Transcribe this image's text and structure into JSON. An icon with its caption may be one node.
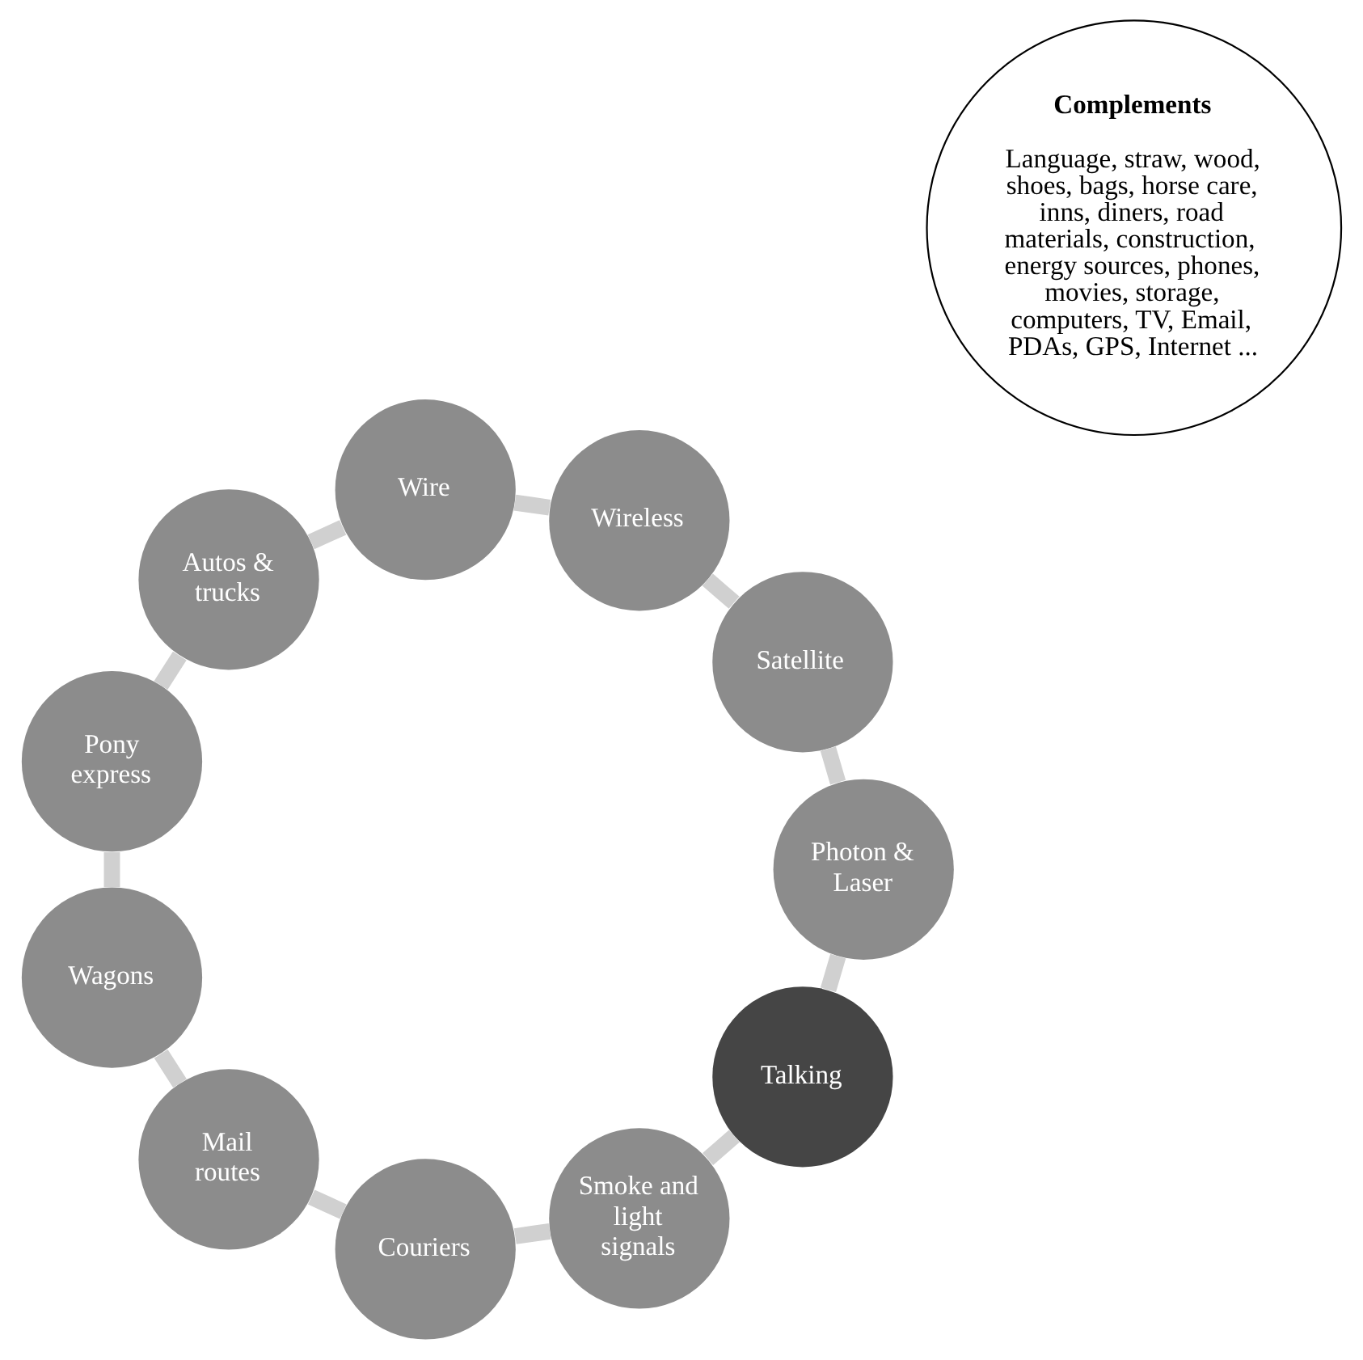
{
  "diagram": {
    "nodes": [
      {
        "text": [
          "Talking"
        ]
      },
      {
        "text": [
          "Smoke and light signals"
        ]
      },
      {
        "text": [
          "Couriers"
        ]
      },
      {
        "text": [
          "Mail routes"
        ]
      },
      {
        "text": [
          "Wagons"
        ]
      },
      {
        "text": [
          "Pony express"
        ]
      },
      {
        "text": [
          "Autos & trucks"
        ]
      },
      {
        "text": [
          "Wire"
        ]
      },
      {
        "text": [
          "Wireless"
        ]
      },
      {
        "text": [
          "Satellite"
        ]
      },
      {
        "text": [
          "Photon & Laser"
        ]
      },
      {
        "text": [
          "Complements",
          "Language, straw, wood, shoes, bags, horse care, inns, diners, road materials, construction, energy sources, phones, movies, storage, computers, TV, Email, PDAs, GPS, Internet ..."
        ]
      }
    ],
    "edges": [
      {
        "from": 0,
        "to": 1,
        "arrow": "none"
      },
      {
        "from": 1,
        "to": 2,
        "arrow": "none"
      },
      {
        "from": 2,
        "to": 3,
        "arrow": "none"
      },
      {
        "from": 3,
        "to": 4,
        "arrow": "none"
      },
      {
        "from": 4,
        "to": 5,
        "arrow": "none"
      },
      {
        "from": 5,
        "to": 6,
        "arrow": "none"
      },
      {
        "from": 6,
        "to": 7,
        "arrow": "none"
      },
      {
        "from": 7,
        "to": 8,
        "arrow": "none"
      },
      {
        "from": 8,
        "to": 9,
        "arrow": "none"
      },
      {
        "from": 9,
        "to": 10,
        "arrow": "none"
      },
      {
        "from": 10,
        "to": 0,
        "arrow": "none"
      }
    ]
  }
}
